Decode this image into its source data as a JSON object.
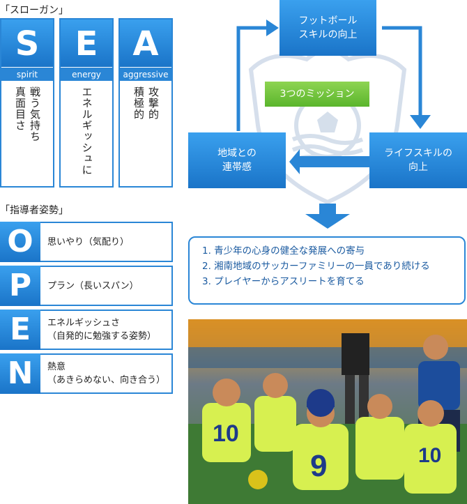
{
  "slogan": {
    "title": "「スローガン」",
    "columns": [
      {
        "letter": "S",
        "word": "spirit",
        "lines": [
          "戦う気持ち",
          "真面目さ"
        ]
      },
      {
        "letter": "E",
        "word": "energy",
        "lines": [
          "エネルギッシュに"
        ]
      },
      {
        "letter": "A",
        "word": "aggressive",
        "lines": [
          "攻撃的",
          "積極的"
        ]
      }
    ]
  },
  "stance": {
    "title": "「指導者姿勢」",
    "rows": [
      {
        "letter": "O",
        "line1": "思いやり（気配り）",
        "line2": ""
      },
      {
        "letter": "P",
        "line1": "プラン（長いスパン）",
        "line2": ""
      },
      {
        "letter": "E",
        "line1": "エネルギッシュさ",
        "line2": "（自発的に勉強する姿勢）"
      },
      {
        "letter": "N",
        "line1": "熱意",
        "line2": "（あきらめない、向き合う）"
      }
    ]
  },
  "diagram": {
    "center": "3つのミッション",
    "top": {
      "line1": "フットボール",
      "line2": "スキルの向上"
    },
    "right": {
      "line1": "ライフスキルの",
      "line2": "向上"
    },
    "left": {
      "line1": "地域との",
      "line2": "連帯感"
    },
    "colors": {
      "blue": "#2a86d6",
      "green": "#6cc23a"
    }
  },
  "goals": [
    "1. 青少年の心身の健全な発展への寄与",
    "2. 湘南地域のサッカーファミリーの一員であり続ける",
    "3. プレイヤーからアスリートを育てる"
  ]
}
